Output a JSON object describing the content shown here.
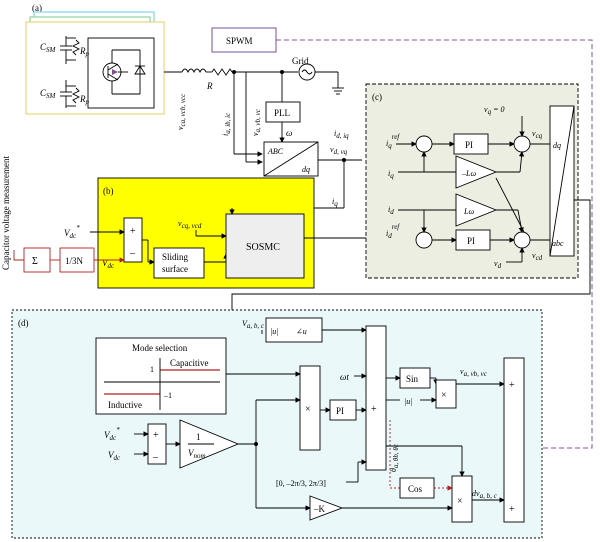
{
  "colors": {
    "panel_a_layers": [
      "#7fd6e6",
      "#8fd19e",
      "#e8d77a"
    ],
    "panel_b_fill": "#ffff00",
    "panel_c_fill": "#eceee2",
    "panel_d_fill": "#eaf8fa",
    "dashed_purple": "#8a4f98",
    "red_accent": "#b22222",
    "spwm_border": "#7d4f92"
  },
  "side_label": "Capacitor voltage measurement",
  "panel_a": {
    "label": "(a)",
    "csm": "C",
    "csm_sub": "SM",
    "rp": "R",
    "rp_sub": "p",
    "voltages": "v",
    "voltages_subs": "ca, vcb, vcc",
    "R_label": "R",
    "grid_label": "Grid",
    "spwm": "SPWM",
    "pll": "PLL",
    "omega": "ω",
    "currents": "i",
    "currents_subs": "a, ib, ic",
    "volts_grid": "v",
    "volts_grid_subs": "a, vb, vc",
    "abc": "ABC",
    "dq": "dq",
    "out_i": "i",
    "out_i_subs": "d, iq",
    "out_v": "v",
    "out_v_subs": "d, vq",
    "iq": "i",
    "iq_sub": "q"
  },
  "panel_b": {
    "label": "(b)",
    "vdc_ref": "V",
    "vdc_ref_sub": "dc",
    "vdc_ref_sup": "*",
    "plus": "+",
    "minus": "–",
    "sigma": "Σ",
    "gain": "1/3N",
    "vdc": "V",
    "vdc_sub": "dc",
    "sliding_line1": "Sliding",
    "sliding_line2": "surface",
    "vcq_vcd": "v",
    "vcq_vcd_subs": "cq, vcd",
    "sosmc": "SOSMC"
  },
  "panel_c": {
    "label": "(c)",
    "vq0": "v",
    "vq0_sub": "q",
    "vq0_eq": " = 0",
    "iq_ref": "i",
    "iq_ref_sub": "q",
    "ref_sup": "ref",
    "pi": "PI",
    "iq": "i",
    "iq_sub": "q",
    "neg_lw": "–Lω",
    "lw": "Lω",
    "id": "i",
    "id_sub": "d",
    "id_ref": "i",
    "id_ref_sub": "d",
    "vcq": "v",
    "vcq_sub": "cq",
    "vcd": "v",
    "vcd_sub": "cd",
    "vd": "v",
    "vd_sub": "d",
    "vq": "v",
    "vq_sub": "q",
    "dq": "dq",
    "abc": "abc"
  },
  "panel_d": {
    "label": "(d)",
    "vabc": "V",
    "vabc_sub": "a, b, c",
    "abs_u": "|u|",
    "angle_u": "∠u",
    "mode_title": "Mode selection",
    "capacitive": "Capacitive",
    "inductive": "Inductive",
    "level_pos": "1",
    "level_neg": "–1",
    "vdc_ref": "V",
    "vdc_ref_sub": "dc",
    "vdc_ref_sup": "*",
    "vdc": "V",
    "vdc_sub": "dc",
    "gain_num": "1",
    "gain_den": "V",
    "gain_den_sub": "nom",
    "mult": "×",
    "pi": "PI",
    "wt": "ωt",
    "thetas": "θ",
    "thetas_subs": "a, θb, θc",
    "phase_list": "[0, –2π/3, 2π/3]",
    "sin": "Sin",
    "abs_u2": "|u|",
    "cos": "Cos",
    "neg_k": "–K",
    "out_v": "v",
    "out_v_subs": "a, vb, vc",
    "dv": "dv",
    "dv_sub": "a, b, c",
    "plus": "+",
    "minus": "–"
  }
}
